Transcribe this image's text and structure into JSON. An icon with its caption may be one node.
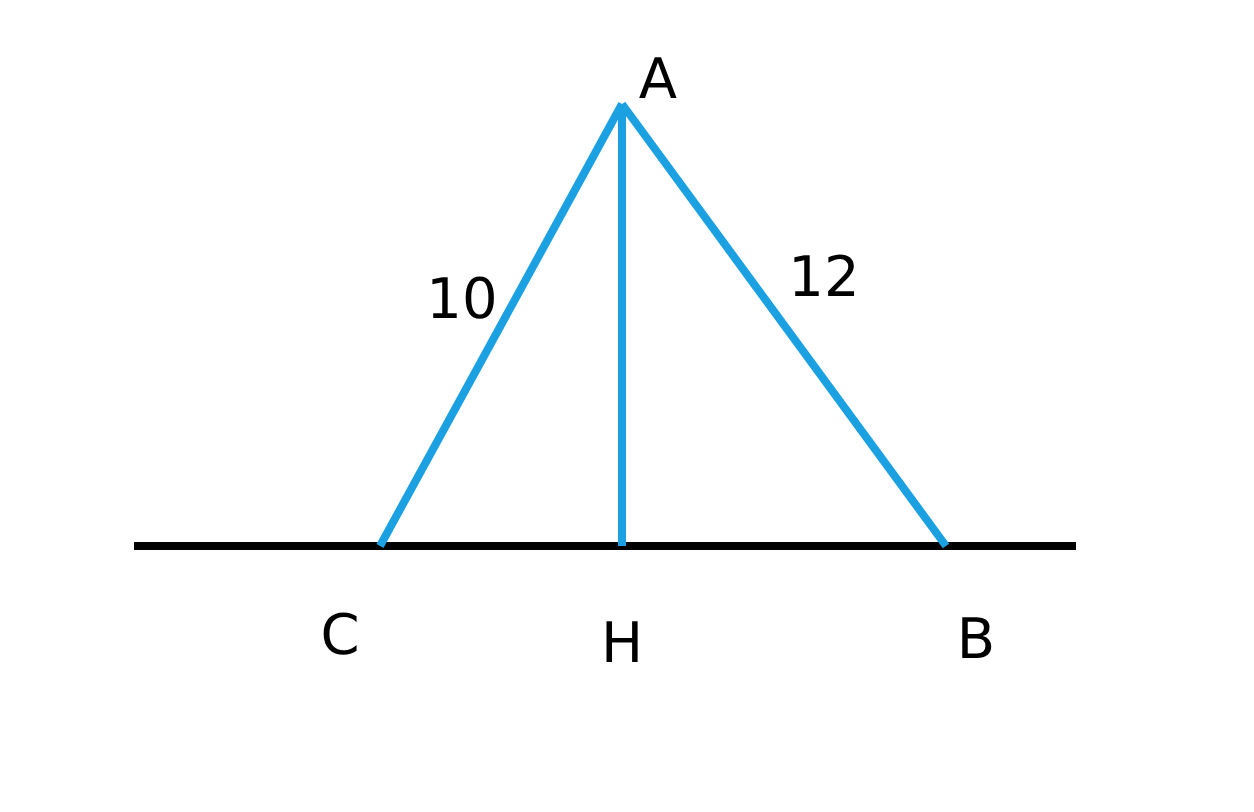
{
  "diagram": {
    "labels": [
      "A",
      "10",
      "12",
      "C",
      "H",
      "B"
    ]
  }
}
